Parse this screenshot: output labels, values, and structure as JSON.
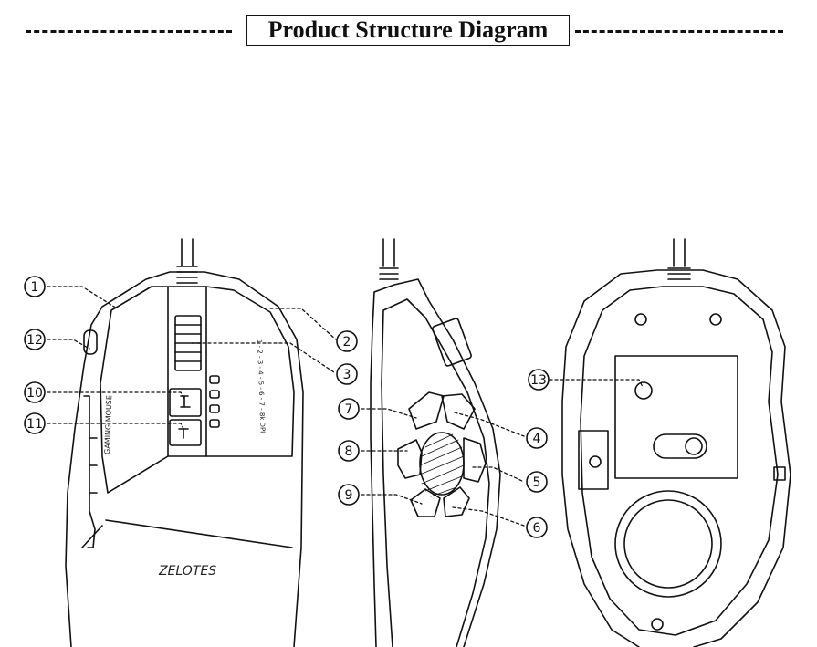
{
  "title": "Product Structure Diagram",
  "brand_logo_text": "ZELOTES",
  "mouse_side_text": "GAMING MOUSE",
  "dpi_scale_text": "1 - 2 - 3 - 4 - 5 - 6 - 7 - 8k DPI",
  "callouts": [
    {
      "id": "1",
      "label": "1"
    },
    {
      "id": "2",
      "label": "2"
    },
    {
      "id": "3",
      "label": "3"
    },
    {
      "id": "4",
      "label": "4"
    },
    {
      "id": "5",
      "label": "5"
    },
    {
      "id": "6",
      "label": "6"
    },
    {
      "id": "7",
      "label": "7"
    },
    {
      "id": "8",
      "label": "8"
    },
    {
      "id": "9",
      "label": "9"
    },
    {
      "id": "10",
      "label": "10"
    },
    {
      "id": "11",
      "label": "11"
    },
    {
      "id": "12",
      "label": "12"
    },
    {
      "id": "13",
      "label": "13"
    }
  ],
  "colors": {
    "line": "#111111",
    "background": "#ffffff"
  }
}
